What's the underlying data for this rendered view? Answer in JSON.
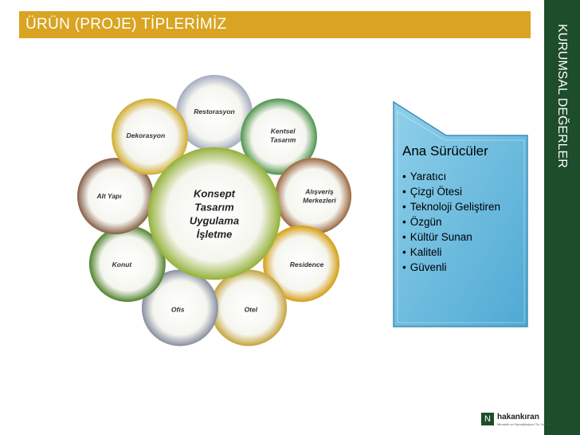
{
  "header": {
    "title": "ÜRÜN (PROJE) TİPLERİMİZ"
  },
  "sidebar": {
    "label": "KURUMSAL DEĞERLER"
  },
  "diagram": {
    "center": [
      "Konsept",
      "Tasarım",
      "Uygulama",
      "İşletme"
    ],
    "nodes": [
      {
        "lines": [
          "Restorasyon"
        ],
        "color": "#aab1c2"
      },
      {
        "lines": [
          "Kentsel",
          "Tasarım"
        ],
        "color": "#5b9b5a"
      },
      {
        "lines": [
          "Alışveriş",
          "Merkezleri"
        ],
        "color": "#a3734d"
      },
      {
        "lines": [
          "Residence"
        ],
        "color": "#d8a422"
      },
      {
        "lines": [
          "Otel"
        ],
        "color": "#c8aa4a"
      },
      {
        "lines": [
          "Ofis"
        ],
        "color": "#9095a6"
      },
      {
        "lines": [
          "Konut"
        ],
        "color": "#5d8c3c"
      },
      {
        "lines": [
          "Alt Yapı"
        ],
        "color": "#8e6a55"
      },
      {
        "lines": [
          "Dekorasyon"
        ],
        "color": "#d3b23f"
      }
    ],
    "center_color": "#9ab544"
  },
  "panel": {
    "heading": "Ana Sürücüler",
    "items": [
      "Yaratıcı",
      "Çizgi Ötesi",
      "Teknoloji Geliştiren",
      "Özgün",
      "Kültür Sunan",
      "Kaliteli",
      "Güvenli"
    ],
    "color": "#4fa9d3"
  },
  "logo": {
    "name": "hakankıran",
    "subtitle": "Mimarlık ve Kiprodüksiyon Tic. Ltd. Şti."
  }
}
